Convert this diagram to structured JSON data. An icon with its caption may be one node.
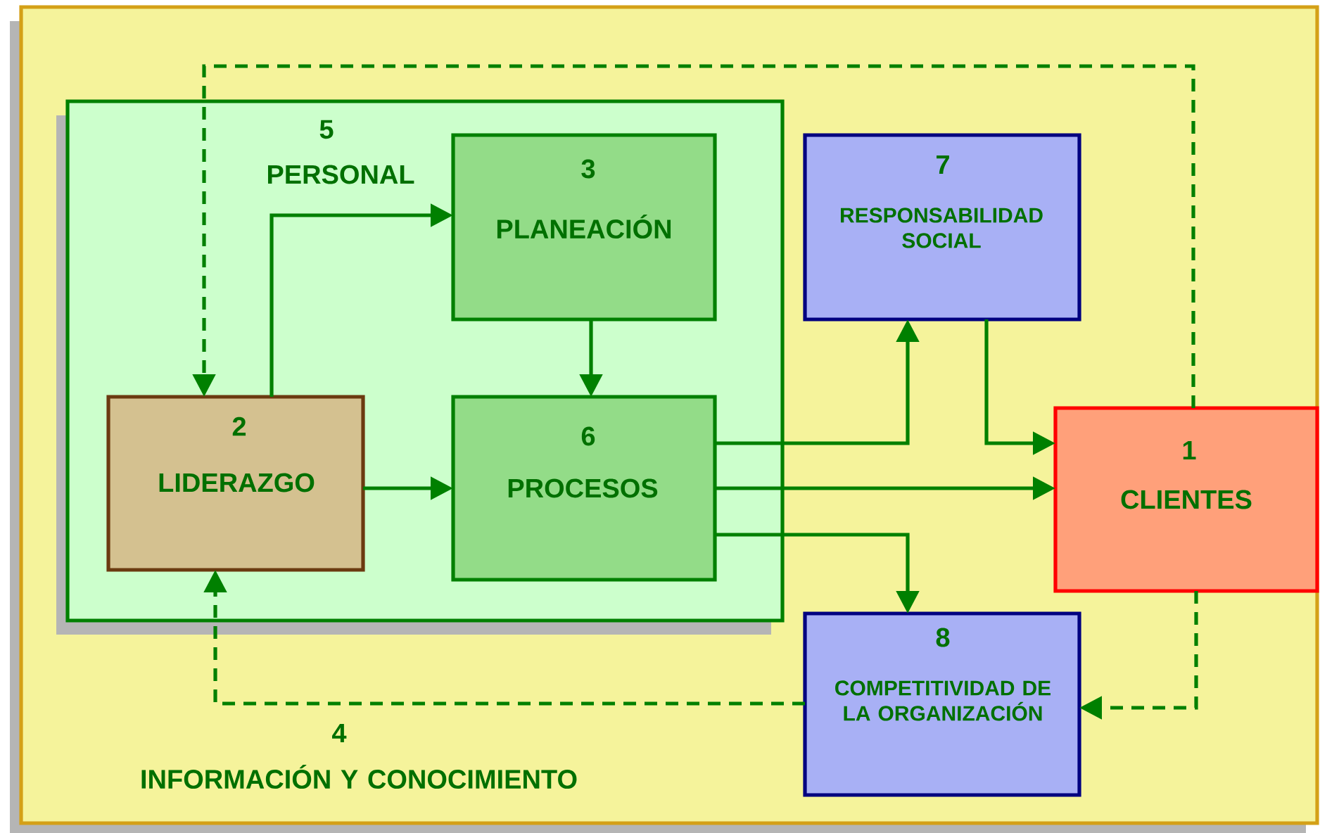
{
  "diagram": {
    "nodes": [
      {
        "text": [
          "4",
          "INFORMACIÓN Y CONOCIMIENTO"
        ]
      },
      {
        "text": [
          "5",
          "PERSONAL"
        ],
        "in": 0
      },
      {
        "text": [
          "3",
          "PLANEACIÓN"
        ],
        "in": 1
      },
      {
        "text": [
          "7",
          "RESPONSABILIDAD SOCIAL"
        ],
        "in": 0
      },
      {
        "text": [
          "2",
          "LIDERAZGO"
        ],
        "in": 1
      },
      {
        "text": [
          "6",
          "PROCESOS"
        ],
        "in": 1
      },
      {
        "text": [
          "1",
          "CLIENTES"
        ],
        "in": 0
      },
      {
        "text": [
          "8",
          "COMPETITIVIDAD DE LA ORGANIZACIÓN"
        ],
        "in": 0
      }
    ],
    "edges": [
      {
        "from": 6,
        "to": 4,
        "arrow": "to",
        "style": "dashed"
      },
      {
        "from": 4,
        "to": 2,
        "arrow": "to"
      },
      {
        "from": 2,
        "to": 5,
        "arrow": "to"
      },
      {
        "from": 4,
        "to": 5,
        "arrow": "to"
      },
      {
        "from": 5,
        "to": 3,
        "arrow": "to"
      },
      {
        "from": 3,
        "to": 6,
        "arrow": "to"
      },
      {
        "from": 5,
        "to": 6,
        "arrow": "to"
      },
      {
        "from": 5,
        "to": 7,
        "arrow": "to"
      },
      {
        "from": 6,
        "to": 7,
        "arrow": "to",
        "style": "dashed"
      },
      {
        "from": 7,
        "to": 4,
        "arrow": "to",
        "style": "dashed"
      }
    ]
  }
}
